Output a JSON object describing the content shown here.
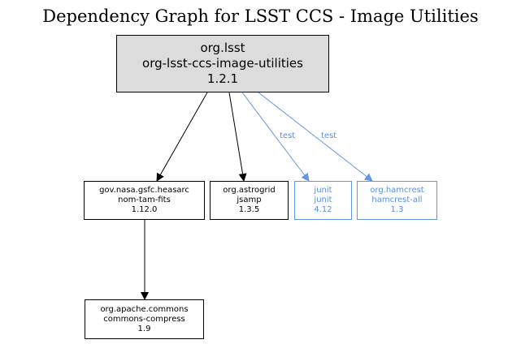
{
  "title": "Dependency Graph for LSST CCS - Image Utilities",
  "colors": {
    "compile_edge": "#000000",
    "test_edge": "#6496e6",
    "root_fill": "#dcdcdc"
  },
  "nodes": {
    "root": {
      "group": "org.lsst",
      "artifact": "org-lsst-ccs-image-utilities",
      "version": "1.2.1"
    },
    "nom_tam_fits": {
      "group": "gov.nasa.gsfc.heasarc",
      "artifact": "nom-tam-fits",
      "version": "1.12.0"
    },
    "jsamp": {
      "group": "org.astrogrid",
      "artifact": "jsamp",
      "version": "1.3.5"
    },
    "junit": {
      "group": "junit",
      "artifact": "junit",
      "version": "4.12"
    },
    "hamcrest": {
      "group": "org.hamcrest",
      "artifact": "hamcrest-all",
      "version": "1.3"
    },
    "commons_compress": {
      "group": "org.apache.commons",
      "artifact": "commons-compress",
      "version": "1.9"
    }
  },
  "edges": [
    {
      "from": "root",
      "to": "nom_tam_fits",
      "scope": "compile"
    },
    {
      "from": "root",
      "to": "jsamp",
      "scope": "compile"
    },
    {
      "from": "root",
      "to": "junit",
      "scope": "test",
      "label": "test"
    },
    {
      "from": "root",
      "to": "hamcrest",
      "scope": "test",
      "label": "test"
    },
    {
      "from": "nom_tam_fits",
      "to": "commons_compress",
      "scope": "compile"
    }
  ]
}
